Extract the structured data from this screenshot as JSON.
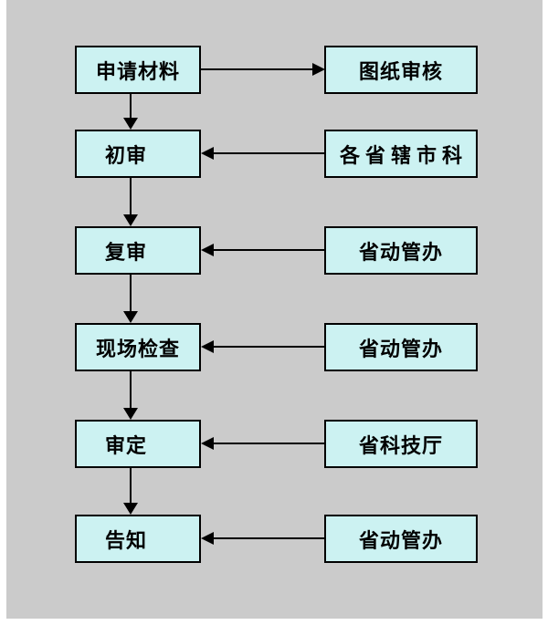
{
  "colors": {
    "canvas_background": "#cbcbcb",
    "page_border": "#ffffff",
    "box_fill": "#ccf2f2",
    "box_border": "#000000",
    "connector": "#000000"
  },
  "flowchart": {
    "rows": [
      {
        "left": {
          "label": "申请材料"
        },
        "right": {
          "label": "图纸审核"
        },
        "arrow_direction": "left-to-right"
      },
      {
        "left": {
          "label": "初审"
        },
        "right": {
          "label": "各省辖市科"
        },
        "arrow_direction": "right-to-left"
      },
      {
        "left": {
          "label": "复审"
        },
        "right": {
          "label": "省动管办"
        },
        "arrow_direction": "right-to-left"
      },
      {
        "left": {
          "label": "现场检查"
        },
        "right": {
          "label": "省动管办"
        },
        "arrow_direction": "right-to-left"
      },
      {
        "left": {
          "label": "审定"
        },
        "right": {
          "label": "省科技厅"
        },
        "arrow_direction": "right-to-left"
      },
      {
        "left": {
          "label": "告知"
        },
        "right": {
          "label": "省动管办"
        },
        "arrow_direction": "right-to-left"
      }
    ],
    "vertical_flow": [
      "申请材料",
      "初审",
      "复审",
      "现场检查",
      "审定",
      "告知"
    ],
    "connections": [
      {
        "from": "申请材料",
        "to": "图纸审核"
      },
      {
        "from": "申请材料",
        "to": "初审"
      },
      {
        "from": "各省辖市科",
        "to": "初审"
      },
      {
        "from": "初审",
        "to": "复审"
      },
      {
        "from": "省动管办",
        "to": "复审"
      },
      {
        "from": "复审",
        "to": "现场检查"
      },
      {
        "from": "省动管办",
        "to": "现场检查"
      },
      {
        "from": "现场检查",
        "to": "审定"
      },
      {
        "from": "省科技厅",
        "to": "审定"
      },
      {
        "from": "审定",
        "to": "告知"
      },
      {
        "from": "省动管办",
        "to": "告知"
      }
    ]
  }
}
